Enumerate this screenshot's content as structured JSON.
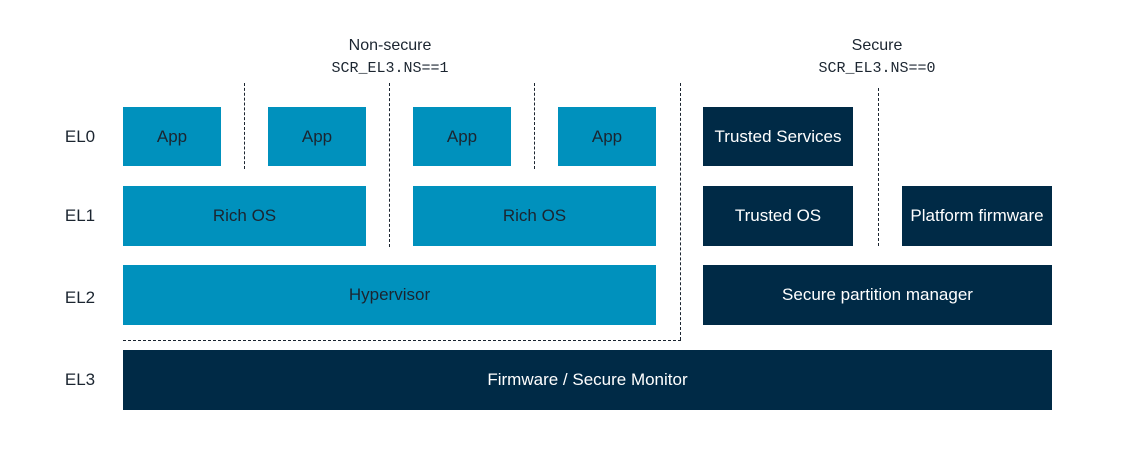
{
  "headers": {
    "nonsecure_title": "Non-secure",
    "nonsecure_cond": "SCR_EL3.NS==1",
    "secure_title": "Secure",
    "secure_cond": "SCR_EL3.NS==0"
  },
  "levels": [
    "EL0",
    "EL1",
    "EL2",
    "EL3"
  ],
  "nonsecure": {
    "apps": [
      "App",
      "App",
      "App",
      "App"
    ],
    "rich_os": [
      "Rich OS",
      "Rich OS"
    ],
    "hypervisor": "Hypervisor"
  },
  "secure": {
    "trusted_services": "Trusted Services",
    "trusted_os": "Trusted OS",
    "platform_firmware": "Platform firmware",
    "spm": "Secure partition manager"
  },
  "firmware": "Firmware / Secure Monitor",
  "colors": {
    "nonsecure_fill": "#0091bd",
    "secure_fill": "#002a46",
    "text_dark": "#1b2530",
    "text_light": "#ffffff"
  }
}
